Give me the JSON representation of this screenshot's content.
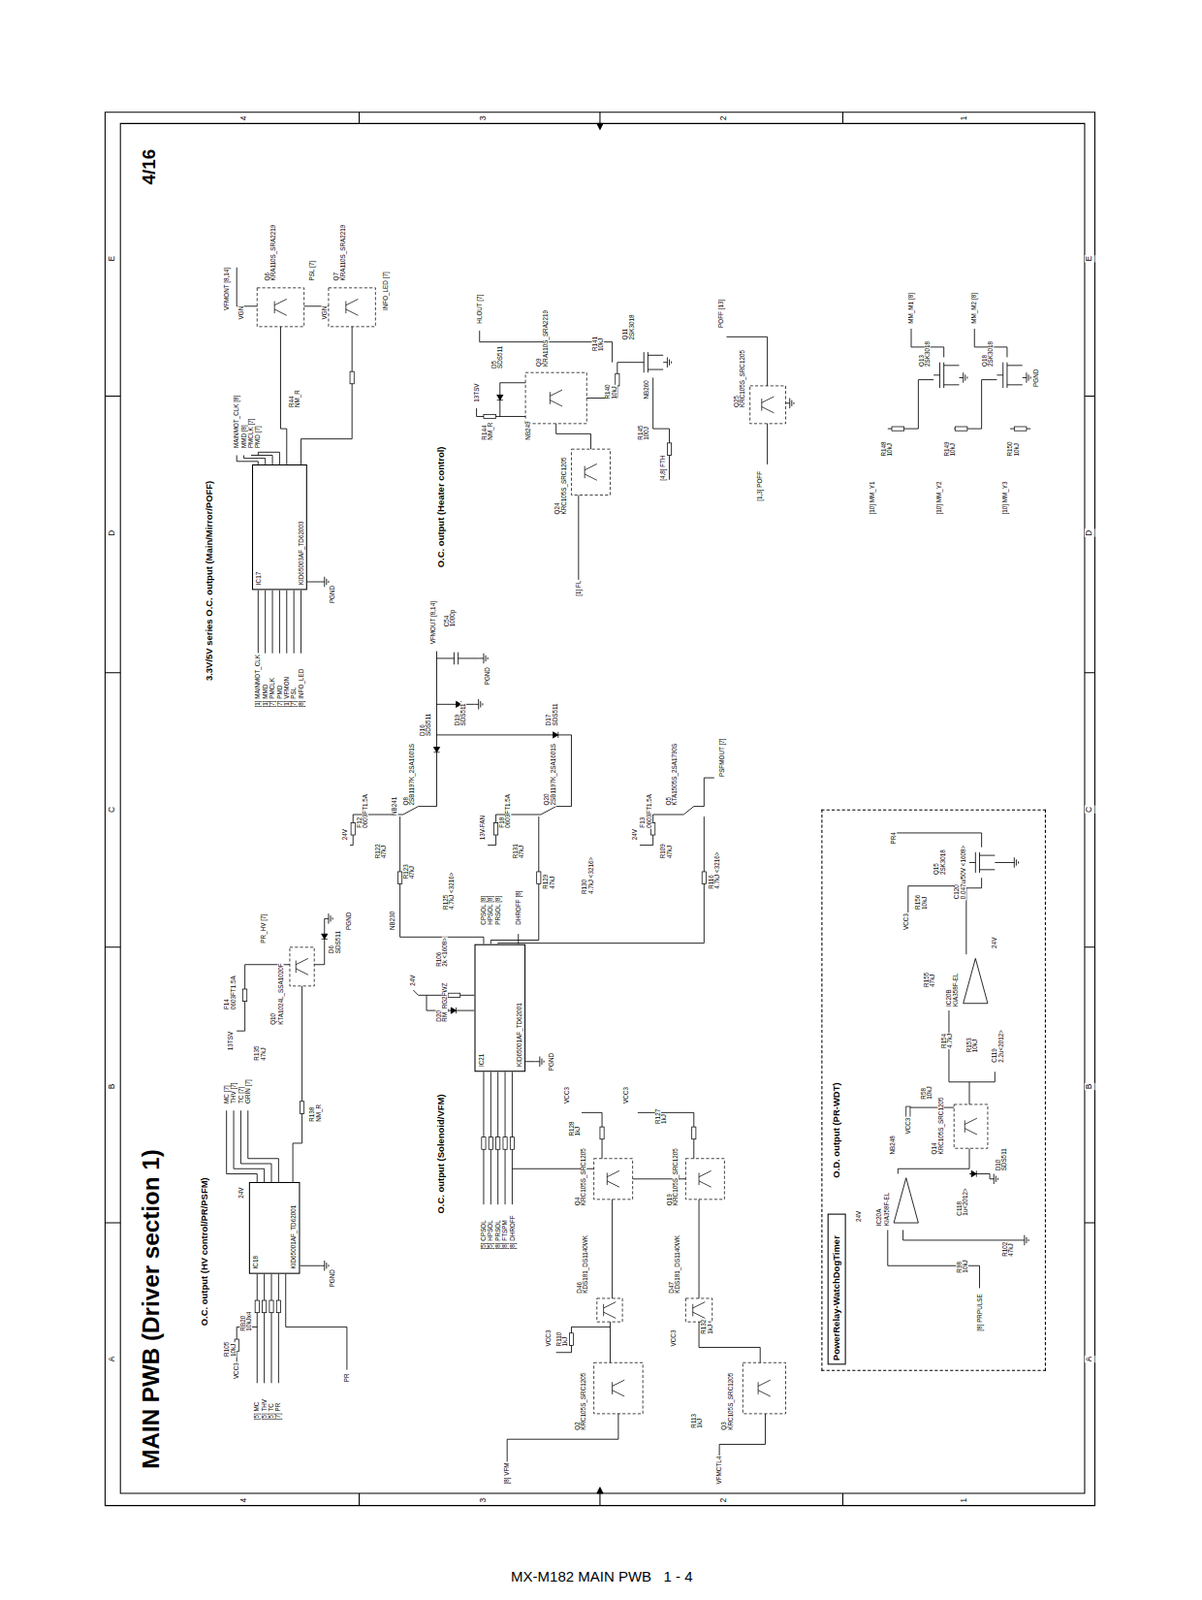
{
  "diagram": {
    "title": "MAIN PWB (Driver section 1)",
    "caption": "MX-M182 MAIN PWB   1 - 4",
    "nodes": [
      {
        "text": [
          "IC18",
          "KID65001AF_TD62001"
        ]
      },
      {
        "text": [
          "IC17",
          "KID65003AF_TD62003"
        ]
      },
      {
        "text": [
          "IC21",
          "KID65001AF_TD62001"
        ]
      },
      {
        "text": [
          "O.D. output (PR-WDT)"
        ]
      },
      {
        "text": [
          "PowerRelay-WatchDogTimer"
        ],
        "in": 3
      },
      {
        "text": [
          "IC20A",
          "KIA358F-EL"
        ],
        "in": 3
      },
      {
        "text": [
          "IC20B",
          "KIA358F-EL"
        ],
        "in": 3
      }
    ],
    "labels": [
      "4",
      "3",
      "2",
      "1",
      "4",
      "3",
      "2",
      "1",
      "E",
      "D",
      "C",
      "B",
      "A",
      "E",
      "D",
      "C",
      "B",
      "A",
      "4/16",
      "O.C. output (HV control/PR/PSFM)",
      "3.3V/5V series O.C. output (Main/Mirror/POFF)",
      "O.C. output (Solenoid/VFM)",
      "O.C. output (Heater control)",
      "VCC3",
      "R105",
      "10kJ",
      "RB20",
      "10kJx4",
      "[5] MC",
      "[5] THV",
      "[5] TC",
      "[7] PR",
      "24V",
      "PGND",
      "PR",
      "MC [7]",
      "THV [7]",
      "TC [7]",
      "GRIN [7]",
      "R138",
      "NM_R",
      "R135",
      "47kJ",
      "13TSV",
      "F14",
      "0603FT1.5A",
      "Q10",
      "KTA1024L_SSA1020F",
      "D6",
      "SDS511",
      "PR_HV [7]",
      "PGND",
      "[1] MAINMOT_CLK",
      "[1] MMD",
      "[7] PMCLK",
      "[7] PMD",
      "[1] VFMON",
      "[7] PSL",
      "[8] INFO_LED",
      "PGND",
      "MAINMOT_CLK [8]",
      "MMD [8]",
      "PMCLK [7]",
      "PMD [7]",
      "VGN",
      "VFMONT [8,14]",
      "Q6",
      "KRA110S_SRA2219",
      "PSL [7]",
      "VGN",
      "Q7",
      "KRA110S_SRA2219",
      "INFO_LED [7]",
      "R44",
      "NM_R",
      "13TSV",
      "R144",
      "NM_R",
      "D5",
      "SDS511",
      "Q9",
      "KRA110S_SRA2219",
      "NB249",
      "Q24",
      "KRC105S_SRC1205",
      "[1] FL",
      "HLOUT [7]",
      "R141",
      "10kJ",
      "R140",
      "10kJ",
      "Q11",
      "2SK3018",
      "NB260",
      "R145",
      "100J",
      "[4,8] FTH",
      "Q25",
      "KRC105S_SRC1205",
      "POFF [13]",
      "[1,3] POFF",
      "Q13",
      "2SK3018",
      "MM_M1 [8]",
      "Q18",
      "2SK3018",
      "MM_M2 [8]",
      "R148",
      "10kJ",
      "[10] MM_Y1",
      "R149",
      "10kJ",
      "[10] MM_Y2",
      "R150",
      "10kJ",
      "[10] MM_Y3",
      "PGND",
      "24V",
      "F12",
      "0603FT1.5A",
      "R122",
      "47kJ",
      "NB241",
      "Q8",
      "2SB1197K_2SA1601S",
      "D16",
      "SDS511",
      "R123",
      "47kJ",
      "R125",
      "4.7kJ <3216>",
      "NB230",
      "VFMOUT [8,14]",
      "C54",
      "1000p",
      "D19",
      "SDS511",
      "PGND",
      "13V-FAN",
      "F18",
      "0603FT1.5A",
      "R131",
      "47kJ",
      "Q20",
      "2SB1197K_2SA1601S",
      "R129",
      "47kJ",
      "R130",
      "4.7kJ <3216>",
      "D17",
      "SDS511",
      "24V",
      "F13",
      "0603FT1.5A",
      "R109",
      "47kJ",
      "Q5",
      "KTA1505S_2SA1790S",
      "R116",
      "4.7kJ <3216>",
      "PSFMOUT [7]",
      "24V",
      "R106",
      "2k <1608>",
      "D20",
      "RM_RG2FWZ",
      "CPSOL [8]",
      "HPSOL [8]",
      "PRSOL [8]",
      "DHROFF [8]",
      "PGND",
      "[5] CPSOL",
      "[5] HPSOL",
      "[8] PRSOL",
      "[8] FTSPM",
      "[8] DHROFF",
      "VCC3",
      "R128",
      "1kJ",
      "Q4",
      "KRC105S_SRC1205",
      "VCC3",
      "R127",
      "1kJ",
      "Q19",
      "KRC105S_SRC1205",
      "D46",
      "KDS181_DS1140WK",
      "D47",
      "KDS181_DS1140WK",
      "VCC3",
      "R110",
      "1kJ",
      "Q2",
      "KRC105S_SRC1205",
      "VCC3",
      "R132",
      "1kJ",
      "R113",
      "1kJ",
      "Q3",
      "KRC105S_SRC1205",
      "[8] VFM",
      "VFMCTL4",
      "24V",
      "NB248",
      "R98",
      "10kJ",
      "C118",
      "1u<2012>",
      "D10",
      "SDS511",
      "[8] PRPULSE",
      "R102",
      "47kJ",
      "VCC3",
      "R58",
      "10kJ",
      "Q14",
      "KRC105S_SRC1205",
      "R154",
      "4.7kJ",
      "C119",
      "2.2u<2012>",
      "R153",
      "10kJ",
      "R155",
      "47kJ",
      "VCC3",
      "R156",
      "10kJ",
      "24V",
      "C120",
      "0.047u/50V <1608>",
      "Q15",
      "2SK3018",
      "PR4"
    ]
  }
}
